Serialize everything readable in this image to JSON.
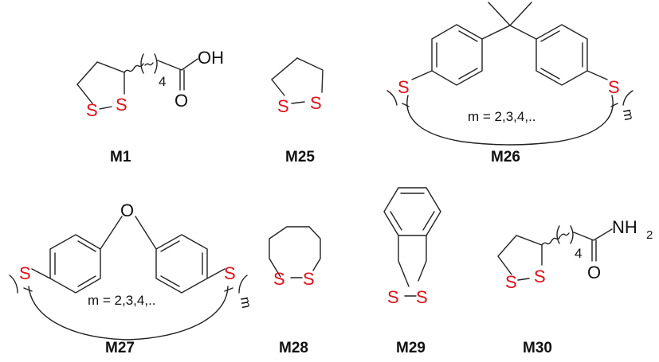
{
  "compounds": {
    "m1": {
      "label": "M1",
      "oh": "OH",
      "o": "O",
      "repeat": "4",
      "s": "S"
    },
    "m25": {
      "label": "M25",
      "s": "S"
    },
    "m26": {
      "label": "M26",
      "s": "S",
      "repeat_text": "m = 2,3,4,..",
      "subscript": "m"
    },
    "m27": {
      "label": "M27",
      "o": "O",
      "s": "S",
      "repeat_text": "m = 2,3,4,..",
      "subscript": "m"
    },
    "m28": {
      "label": "M28",
      "s": "S"
    },
    "m29": {
      "label": "M29",
      "s": "S"
    },
    "m30": {
      "label": "M30",
      "nh": "NH",
      "two": "2",
      "o": "O",
      "repeat": "4",
      "s": "S"
    }
  },
  "colors": {
    "sulfur": "#e0101a",
    "bond": "#222222"
  }
}
